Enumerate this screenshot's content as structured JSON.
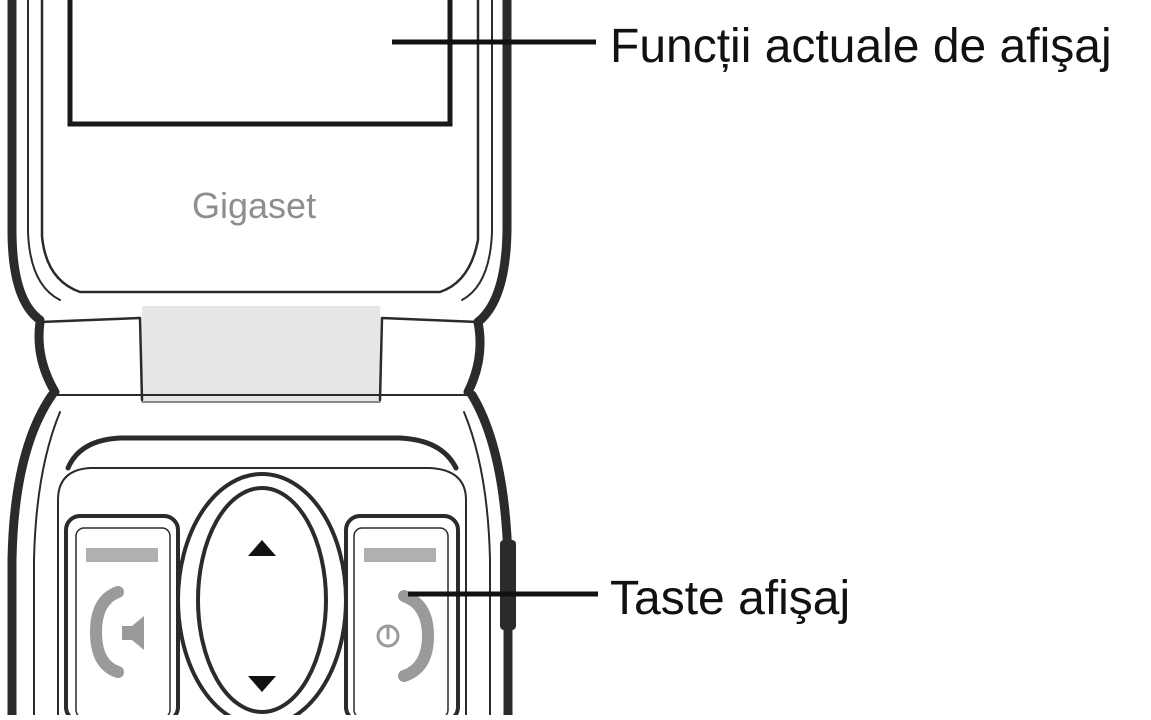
{
  "device": {
    "brand": "Gigaset",
    "left_key_icon": "phone-speaker-icon",
    "right_key_icon": "phone-end-power-icon",
    "nav_up_icon": "triangle-up-icon",
    "nav_down_icon": "triangle-down-icon"
  },
  "callouts": {
    "display_functions": "Funcții actuale de afişaj",
    "display_keys": "Taste afişaj"
  },
  "colors": {
    "line": "#111111",
    "outline": "#2b2b2b",
    "key_bar": "#b0b0b0",
    "brand_text": "#8e8e8e"
  }
}
